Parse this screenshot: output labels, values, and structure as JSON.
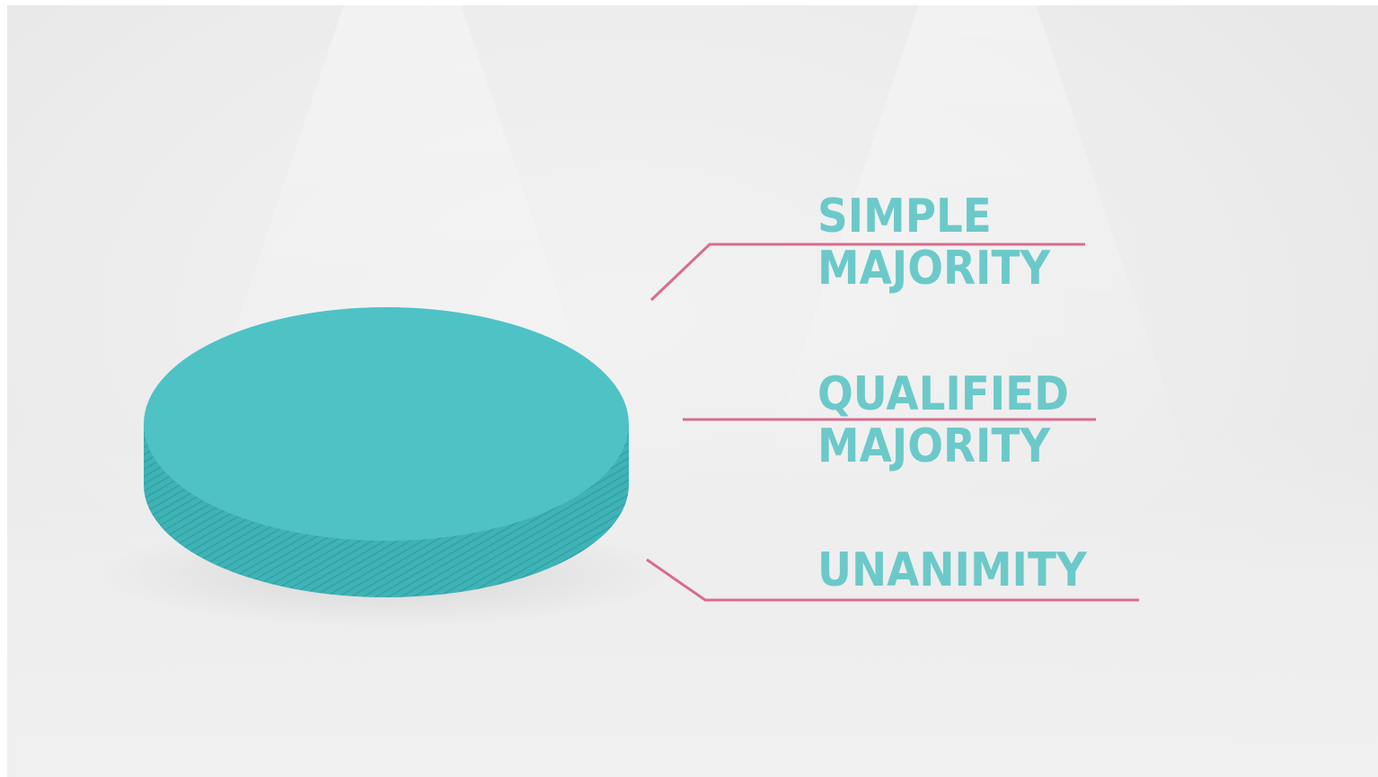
{
  "diagram": {
    "options": [
      {
        "id": "simple-majority",
        "lines": [
          "SIMPLE",
          "MAJORITY"
        ]
      },
      {
        "id": "qualified-majority",
        "lines": [
          "QUALIFIED",
          "MAJORITY"
        ]
      },
      {
        "id": "unanimity",
        "lines": [
          "UNANIMITY"
        ]
      }
    ],
    "colors": {
      "disc_top": "#4fc2c6",
      "disc_side": "#3fb0b3",
      "label_text": "#6cc9c9",
      "connector_line": "#d96b8f"
    }
  }
}
